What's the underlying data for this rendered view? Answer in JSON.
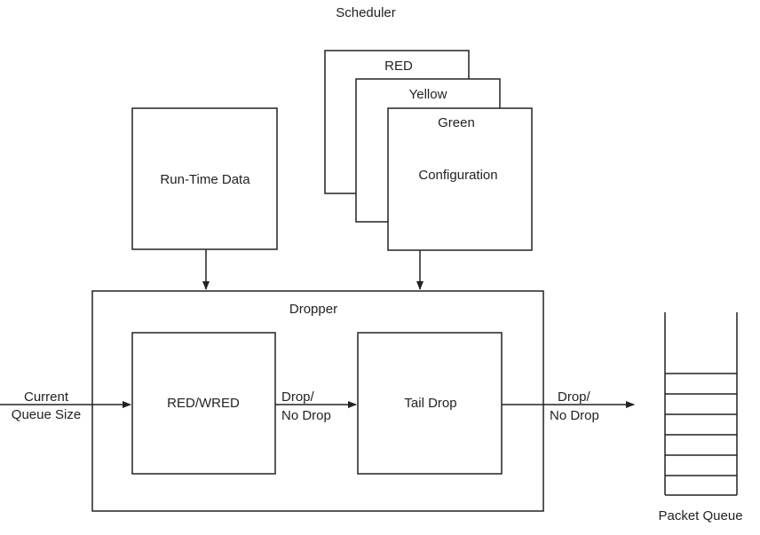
{
  "labels": {
    "scheduler": "Scheduler",
    "red": "RED",
    "yellow": "Yellow",
    "green": "Green",
    "configuration": "Configuration",
    "runtime_data": "Run-Time Data",
    "dropper": "Dropper",
    "red_wred": "RED/WRED",
    "tail_drop": "Tail Drop",
    "current": "Current",
    "queue_size": "Queue Size",
    "drop_1": "Drop/",
    "no_drop_1": "No Drop",
    "drop_2": "Drop/",
    "no_drop_2": "No Drop",
    "packet_queue": "Packet Queue"
  },
  "colors": {
    "stroke": "#222222",
    "background": "#ffffff"
  }
}
